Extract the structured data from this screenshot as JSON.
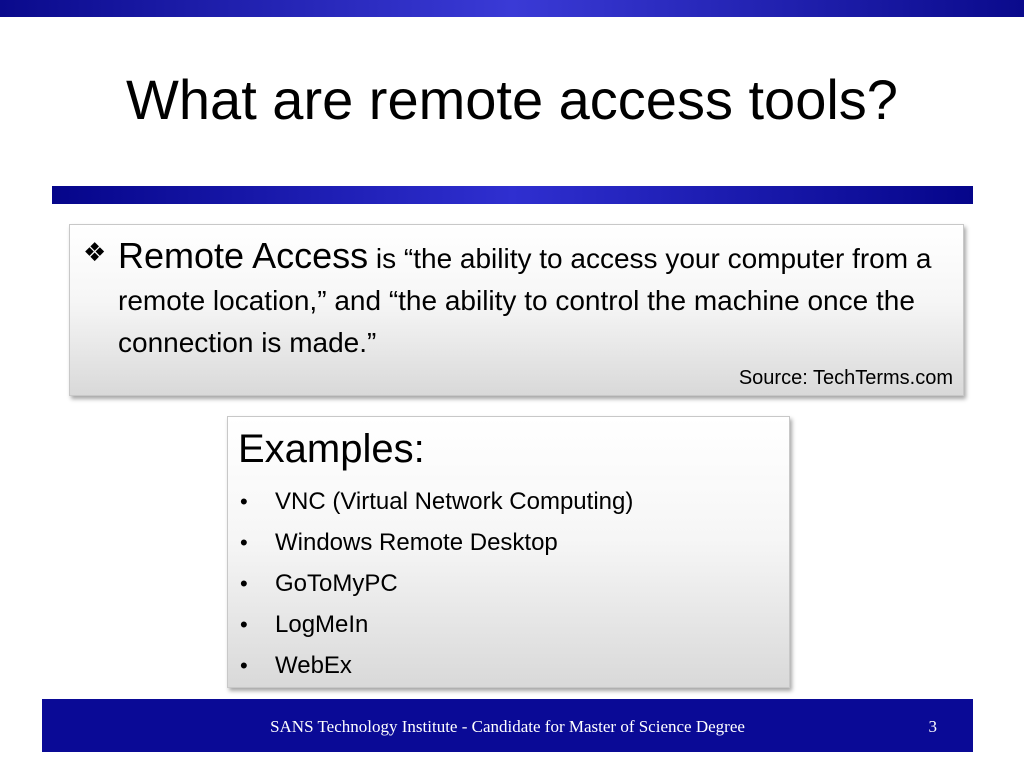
{
  "slide": {
    "title": "What are remote access tools?"
  },
  "definition": {
    "bullet": "❖",
    "term": "Remote Access",
    "text": " is “the ability to access your computer from a remote location,” and “the ability to control the machine once the connection is made.”",
    "source": "Source:  TechTerms.com"
  },
  "examples": {
    "heading": "Examples:",
    "bullet": "•",
    "items": [
      "VNC (Virtual Network Computing)",
      "Windows Remote Desktop",
      "GoToMyPC",
      "LogMeIn",
      "WebEx"
    ]
  },
  "footer": {
    "text": "SANS Technology Institute - Candidate for Master of Science Degree",
    "page_number": "3"
  },
  "colors": {
    "accent_blue": "#0a0a96",
    "background": "#ffffff"
  }
}
